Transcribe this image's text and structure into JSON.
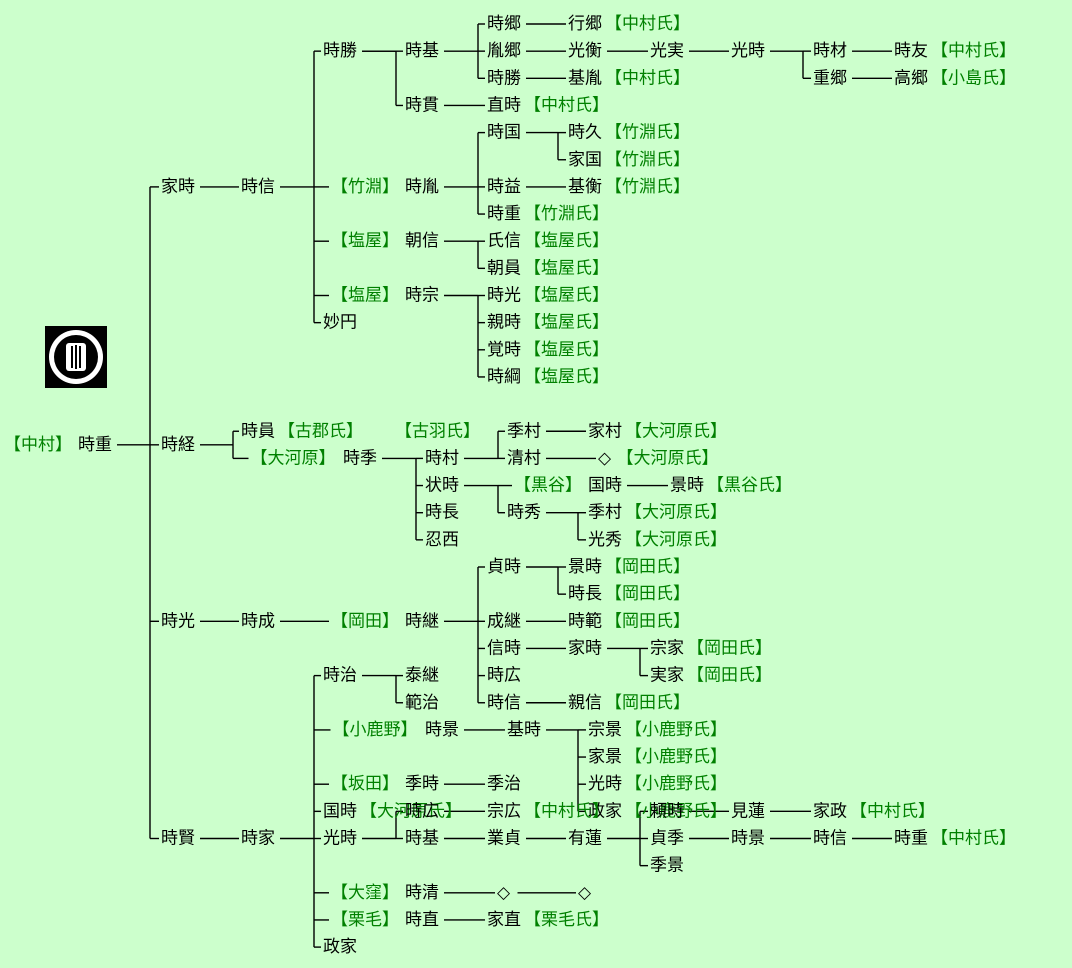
{
  "colors": {
    "background": "#ccffcc",
    "clan_label": "#008000",
    "name": "#000000",
    "line": "#000000"
  },
  "crest": {
    "icon": "family-crest-icon"
  },
  "nodes": [
    {
      "id": "root",
      "label": "時重",
      "prefix": "【中村】"
    },
    {
      "id": "ietoki",
      "label": "家時"
    },
    {
      "id": "tokinobu_a",
      "label": "時信"
    },
    {
      "id": "tokikatsu",
      "label": "時勝"
    },
    {
      "id": "tokimoto_a",
      "label": "時基"
    },
    {
      "id": "tokisato",
      "label": "時郷"
    },
    {
      "id": "yukisato",
      "label": "行郷",
      "suffix": "【中村氏】"
    },
    {
      "id": "ransato",
      "label": "胤郷"
    },
    {
      "id": "mitsuhira",
      "label": "光衡"
    },
    {
      "id": "mitsuzane",
      "label": "光実"
    },
    {
      "id": "mitsutoki_a",
      "label": "光時"
    },
    {
      "id": "tokizai",
      "label": "時材"
    },
    {
      "id": "tokitomo",
      "label": "時友",
      "suffix": "【中村氏】"
    },
    {
      "id": "shigesato",
      "label": "重郷"
    },
    {
      "id": "takasato",
      "label": "高郷",
      "suffix": "【小島氏】"
    },
    {
      "id": "tokikatsu_b",
      "label": "時勝"
    },
    {
      "id": "motoran",
      "label": "基胤",
      "suffix": "【中村氏】"
    },
    {
      "id": "tokinuki",
      "label": "時貫"
    },
    {
      "id": "naotoki",
      "label": "直時",
      "suffix": "【中村氏】"
    },
    {
      "id": "tokiran",
      "label": "時胤",
      "prefix": "【竹淵】"
    },
    {
      "id": "tokikuni",
      "label": "時国"
    },
    {
      "id": "tokihisa",
      "label": "時久",
      "suffix": "【竹淵氏】"
    },
    {
      "id": "iekuni",
      "label": "家国",
      "suffix": "【竹淵氏】"
    },
    {
      "id": "tokimasu",
      "label": "時益"
    },
    {
      "id": "motohira",
      "label": "基衡",
      "suffix": "【竹淵氏】"
    },
    {
      "id": "tokishige_b",
      "label": "時重",
      "suffix": "【竹淵氏】"
    },
    {
      "id": "tomonobu",
      "label": "朝信",
      "prefix": "【塩屋】"
    },
    {
      "id": "ujinobu",
      "label": "氏信",
      "suffix": "【塩屋氏】"
    },
    {
      "id": "tomokazu",
      "label": "朝員",
      "suffix": "【塩屋氏】"
    },
    {
      "id": "tokimune",
      "label": "時宗",
      "prefix": "【塩屋】"
    },
    {
      "id": "tokimitsu",
      "label": "時光",
      "suffix": "【塩屋氏】"
    },
    {
      "id": "chikatoki",
      "label": "親時",
      "suffix": "【塩屋氏】"
    },
    {
      "id": "kakutoki",
      "label": "覚時",
      "suffix": "【塩屋氏】"
    },
    {
      "id": "tokitsuna",
      "label": "時綱",
      "suffix": "【塩屋氏】"
    },
    {
      "id": "myoen",
      "label": "妙円"
    },
    {
      "id": "tokitsune",
      "label": "時経"
    },
    {
      "id": "tokikazu",
      "label": "時員",
      "suffix": "【古郡氏】"
    },
    {
      "id": "kohane",
      "label": "【古羽氏】",
      "clan_only": true
    },
    {
      "id": "suetoki",
      "label": "時季",
      "prefix": "【大河原】"
    },
    {
      "id": "tokimura",
      "label": "時村"
    },
    {
      "id": "suemura",
      "label": "季村"
    },
    {
      "id": "iemura",
      "label": "家村",
      "suffix": "【大河原氏】"
    },
    {
      "id": "kiyomura",
      "label": "清村"
    },
    {
      "id": "diamond_a",
      "label": "◇",
      "suffix": "【大河原氏】"
    },
    {
      "id": "jotoki",
      "label": "状時"
    },
    {
      "id": "kunitoki",
      "label": "国時",
      "prefix": "【黒谷】"
    },
    {
      "id": "kagetoki_a",
      "label": "景時",
      "suffix": "【黒谷氏】"
    },
    {
      "id": "tokihide",
      "label": "時秀"
    },
    {
      "id": "suemura_b",
      "label": "季村",
      "suffix": "【大河原氏】"
    },
    {
      "id": "mitsuhide",
      "label": "光秀",
      "suffix": "【大河原氏】"
    },
    {
      "id": "tokinaga",
      "label": "時長"
    },
    {
      "id": "ninsai",
      "label": "忍西"
    },
    {
      "id": "tokimitsu_b",
      "label": "時光"
    },
    {
      "id": "tokinari",
      "label": "時成"
    },
    {
      "id": "tokitsugu",
      "label": "時継",
      "prefix": "【岡田】"
    },
    {
      "id": "sadatoki",
      "label": "貞時"
    },
    {
      "id": "kagetoki_b",
      "label": "景時",
      "suffix": "【岡田氏】"
    },
    {
      "id": "tokinaga_b",
      "label": "時長",
      "suffix": "【岡田氏】"
    },
    {
      "id": "naritsugu",
      "label": "成継"
    },
    {
      "id": "tokinori",
      "label": "時範",
      "suffix": "【岡田氏】"
    },
    {
      "id": "nobutoki",
      "label": "信時"
    },
    {
      "id": "ietoki_b",
      "label": "家時"
    },
    {
      "id": "muneie",
      "label": "宗家",
      "suffix": "【岡田氏】"
    },
    {
      "id": "saneie",
      "label": "実家",
      "suffix": "【岡田氏】"
    },
    {
      "id": "tokihiro_a",
      "label": "時広"
    },
    {
      "id": "tokinobu_b",
      "label": "時信"
    },
    {
      "id": "chikanobu",
      "label": "親信",
      "suffix": "【岡田氏】"
    },
    {
      "id": "tokikata",
      "label": "時賢"
    },
    {
      "id": "tokiie",
      "label": "時家"
    },
    {
      "id": "tokiharu",
      "label": "時治"
    },
    {
      "id": "yasutsugu",
      "label": "泰継"
    },
    {
      "id": "noriharu",
      "label": "範治"
    },
    {
      "id": "tokikage",
      "label": "時景",
      "prefix": "【小鹿野】"
    },
    {
      "id": "mototoki",
      "label": "基時"
    },
    {
      "id": "munekage",
      "label": "宗景",
      "suffix": "【小鹿野氏】"
    },
    {
      "id": "iekage",
      "label": "家景",
      "suffix": "【小鹿野氏】"
    },
    {
      "id": "mitsutoki_b",
      "label": "光時",
      "suffix": "【小鹿野氏】"
    },
    {
      "id": "masaie",
      "label": "政家",
      "suffix": "【小鹿野氏】"
    },
    {
      "id": "suetoki_b",
      "label": "季時",
      "prefix": "【坂田】"
    },
    {
      "id": "sueharu",
      "label": "季治"
    },
    {
      "id": "kunitoki_b",
      "label": "国時",
      "suffix": "【大河原氏】"
    },
    {
      "id": "mitsutoki_c",
      "label": "光時"
    },
    {
      "id": "tokihiro_b",
      "label": "時広"
    },
    {
      "id": "munehiro",
      "label": "宗広",
      "suffix": "【中村氏】"
    },
    {
      "id": "tokimoto_b",
      "label": "時基"
    },
    {
      "id": "narisada",
      "label": "業貞"
    },
    {
      "id": "uren",
      "label": "有蓮"
    },
    {
      "id": "yoritoki",
      "label": "頼時"
    },
    {
      "id": "kenren",
      "label": "見蓮"
    },
    {
      "id": "iemasa",
      "label": "家政",
      "suffix": "【中村氏】"
    },
    {
      "id": "sadasue",
      "label": "貞季"
    },
    {
      "id": "tokikage_b",
      "label": "時景"
    },
    {
      "id": "tokinobu_c",
      "label": "時信"
    },
    {
      "id": "tokishige_c",
      "label": "時重",
      "suffix": "【中村氏】"
    },
    {
      "id": "suekage",
      "label": "季景"
    },
    {
      "id": "tokikiyo",
      "label": "時清",
      "prefix": "【大窪】"
    },
    {
      "id": "diamond_b",
      "label": "◇"
    },
    {
      "id": "diamond_c",
      "label": "◇"
    },
    {
      "id": "tokinao",
      "label": "時直",
      "prefix": "【栗毛】"
    },
    {
      "id": "ienao",
      "label": "家直",
      "suffix": "【栗毛氏】"
    },
    {
      "id": "masaie_b",
      "label": "政家"
    }
  ]
}
